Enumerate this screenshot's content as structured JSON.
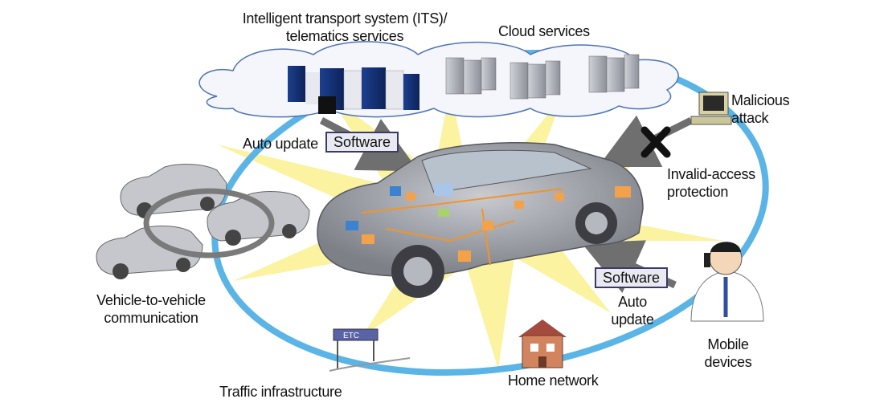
{
  "labels": {
    "its_line1": "Intelligent transport system (ITS)/",
    "its_line2": "telematics services",
    "cloud": "Cloud services",
    "auto_update_top": "Auto update",
    "software_top": "Software",
    "malicious_line1": "Malicious",
    "malicious_line2": "attack",
    "invalid_line1": "Invalid-access",
    "invalid_line2": "protection",
    "software_right": "Software",
    "auto_update_right_line1": "Auto",
    "auto_update_right_line2": "update",
    "v2v_line1": "Vehicle-to-vehicle",
    "v2v_line2": "communication",
    "traffic": "Traffic infrastructure",
    "home": "Home network",
    "mobile_line1": "Mobile",
    "mobile_line2": "devices",
    "etc_sign": "ETC"
  },
  "colors": {
    "loop": "#5ab4e5",
    "burst": "#fbf3a0",
    "arrow": "#6f6f6f",
    "car_body": "#9a9ca3",
    "wire": "#f0952a",
    "box_border": "#3a3a66"
  }
}
